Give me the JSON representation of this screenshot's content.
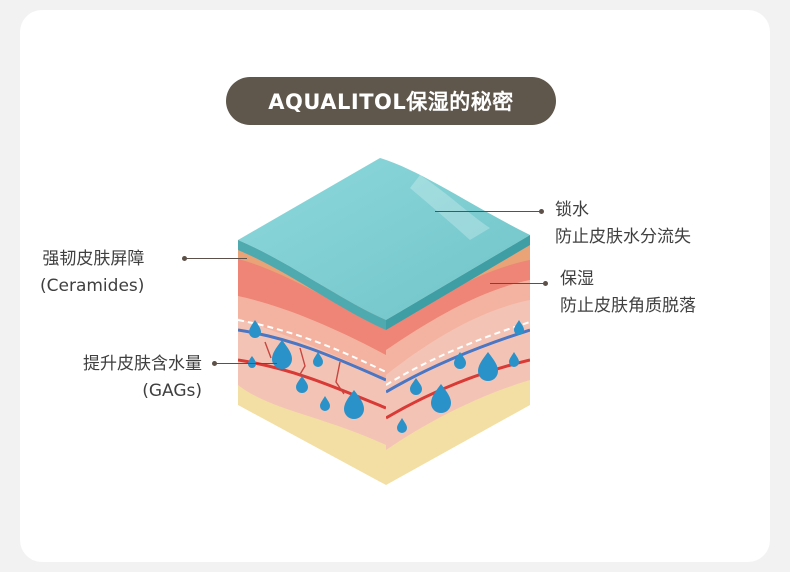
{
  "title": "AQUALITOL保湿的秘密",
  "labels": {
    "ceramides": {
      "line1": "强韧皮肤屏障",
      "line2": "(Ceramides)"
    },
    "gags": {
      "line1": "提升皮肤含水量",
      "line2": "(GAGs)"
    },
    "lock": {
      "line1": "锁水",
      "line2": "防止皮肤水分流失"
    },
    "moist": {
      "line1": "保湿",
      "line2": "防止皮肤角质脱落"
    }
  },
  "colors": {
    "title_pill": "#5f574c",
    "water_top": "#7fd1d6",
    "ceramide_band": "#e9a377",
    "epidermis": "#ee8576",
    "dermis": "#f3c4b6",
    "subcutaneous": "#f3dfa3",
    "droplet": "#2a92c9",
    "artery": "#d93a35",
    "vein": "#4a76c3"
  }
}
